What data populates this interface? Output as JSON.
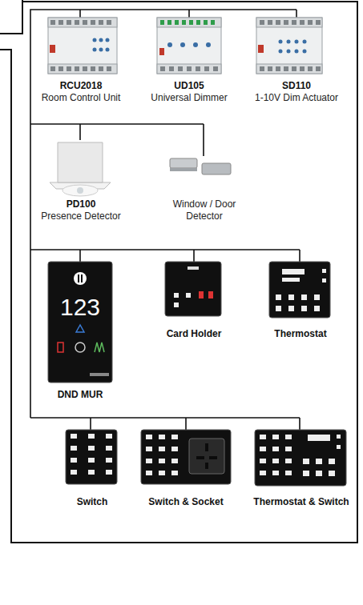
{
  "diagram": {
    "nodes": [
      {
        "text": [
          "RCU2018",
          "Room Control Unit"
        ]
      },
      {
        "text": [
          "UD105",
          "Universal Dimmer"
        ]
      },
      {
        "text": [
          "SD110",
          "1-10V Dim Actuator"
        ]
      },
      {
        "text": [
          "PD100",
          "Presence Detector"
        ]
      },
      {
        "text": [
          "Window / Door Detector"
        ]
      },
      {
        "text": [
          "DND MUR"
        ]
      },
      {
        "text": [
          "Card Holder"
        ]
      },
      {
        "text": [
          "Thermostat"
        ]
      },
      {
        "text": [
          "Switch"
        ]
      },
      {
        "text": [
          "Switch & Socket"
        ]
      },
      {
        "text": [
          "Thermostat & Switch"
        ]
      }
    ],
    "labels": [
      "123"
    ]
  }
}
